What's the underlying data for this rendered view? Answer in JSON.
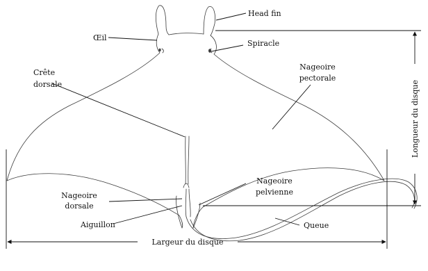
{
  "labels": {
    "head_fin": "Head fin",
    "oeil": "Œil",
    "spiracle": "Spiracle",
    "crete_line1": "Crête",
    "crete_line2": "dorsale",
    "pectorale_line1": "Nageoire",
    "pectorale_line2": "pectorale",
    "longueur": "Longueur du disque",
    "largeur": "Largeur du disque",
    "dorsale_line1": "Nageoire",
    "dorsale_line2": "dorsale",
    "pelvienne_line1": "Nageoire",
    "pelvienne_line2": "pelvienne",
    "aiguillon": "Aiguillon",
    "queue": "Queue"
  },
  "colors": {
    "outline": "#3a3a3a",
    "text": "#111111",
    "background": "#ffffff"
  }
}
